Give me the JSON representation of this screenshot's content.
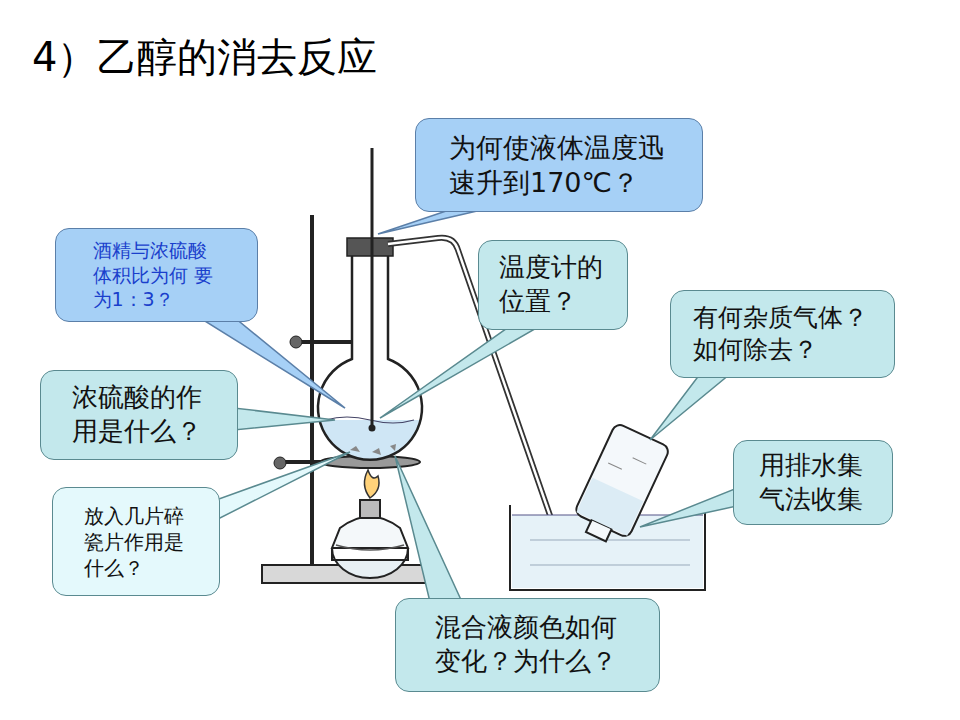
{
  "diagram": {
    "title": "4）乙醇的消去反应",
    "nodes": [
      {
        "text": [
          "为何使液体温度迅 速升到170℃？"
        ]
      },
      {
        "text": [
          "酒精与浓硫酸 体积比为何 要 为1：3？"
        ]
      },
      {
        "text": [
          "温度计的 位置？"
        ]
      },
      {
        "text": [
          "有何杂质气体？ 如何除去？"
        ]
      },
      {
        "text": [
          "浓硫酸的作 用是什么？"
        ]
      },
      {
        "text": [
          "用排水集 气法收集"
        ]
      },
      {
        "text": [
          "放入几片碎 瓷片作用是 什么？"
        ]
      },
      {
        "text": [
          "混合液颜色如何 变化？为什么？"
        ]
      }
    ]
  }
}
